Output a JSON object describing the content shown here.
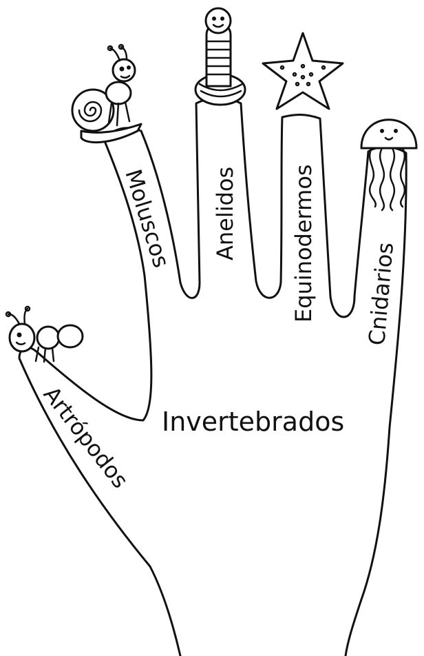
{
  "diagram": {
    "center_label": "Invertebrados",
    "fingers": [
      {
        "key": "thumb",
        "label": "Artrópodos",
        "animal_icon": "ant-icon"
      },
      {
        "key": "index",
        "label": "Moluscos",
        "animal_icon": "snail-icon"
      },
      {
        "key": "middle",
        "label": "Anelidos",
        "animal_icon": "worm-icon"
      },
      {
        "key": "ring",
        "label": "Equinodermos",
        "animal_icon": "starfish-icon"
      },
      {
        "key": "pinky",
        "label": "Cnidarios",
        "animal_icon": "jellyfish-icon"
      }
    ]
  },
  "colors": {
    "ink": "#111111",
    "paper": "#ffffff"
  }
}
